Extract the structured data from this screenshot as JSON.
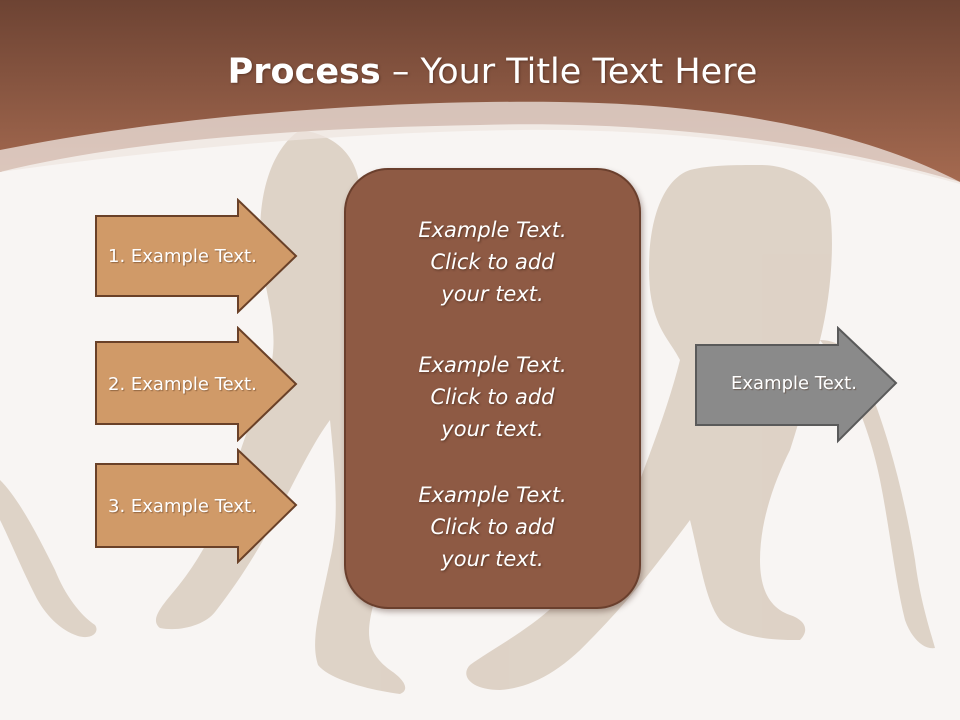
{
  "slide": {
    "title_bold": "Process",
    "title_rest": " – Your Title Text Here",
    "steps": [
      {
        "label": "1. Example Text."
      },
      {
        "label": "2. Example Text."
      },
      {
        "label": "3. Example Text."
      }
    ],
    "center_items": [
      {
        "line1": "Example Text.",
        "line2": "Click  to add",
        "line3": "your text."
      },
      {
        "line1": "Example Text.",
        "line2": "Click  to add",
        "line3": "your text."
      },
      {
        "line1": "Example Text.",
        "line2": "Click  to add",
        "line3": "your text."
      }
    ],
    "output": {
      "label": "Example Text."
    }
  },
  "colors": {
    "header_brown": "#8a5440",
    "step_arrow_fill": "#d09a68",
    "step_arrow_stroke": "#6a4128",
    "center_box_fill": "#8e5a44",
    "output_arrow_fill": "#8a8a8a"
  }
}
